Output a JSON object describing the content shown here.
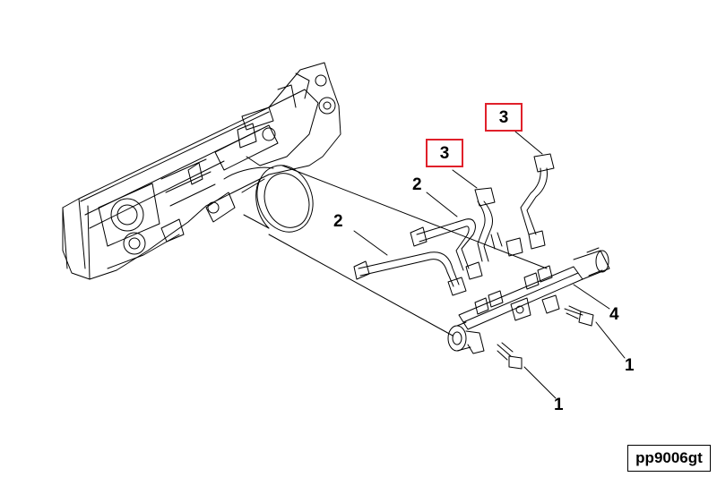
{
  "callouts": {
    "pipe_a": "2",
    "pipe_b": "2",
    "pipe_c": "3",
    "pipe_d": "3",
    "rail": "4",
    "bolt_right": "1",
    "bolt_bottom": "1"
  },
  "figure_code": "pp9006gt",
  "colors": {
    "line": "#000000",
    "highlight_box": "#e0202a",
    "background": "#ffffff"
  }
}
